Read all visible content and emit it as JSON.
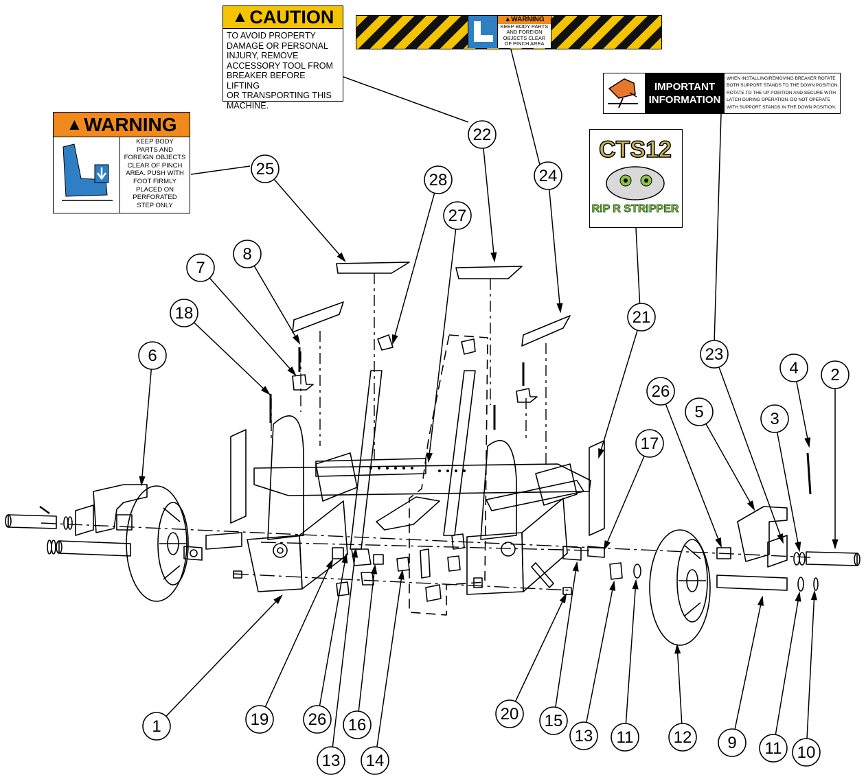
{
  "caution_label": {
    "header": "CAUTION",
    "lines": [
      "TO AVOID PROPERTY",
      "DAMAGE OR PERSONAL",
      "INJURY, REMOVE",
      "ACCESSORY TOOL FROM",
      "BREAKER BEFORE LIFTING",
      "OR TRANSPORTING THIS",
      "MACHINE."
    ],
    "color": "#F5C400"
  },
  "warning_strip_label": {
    "header": "WARNING",
    "lines": [
      "KEEP BODY PARTS",
      "AND FOREIGN",
      "OBJECTS CLEAR",
      "OF PINCH AREA"
    ],
    "color": "#F08A1C"
  },
  "important_label": {
    "lines": [
      "IMPORTANT",
      "INFORMATION"
    ],
    "body": [
      "WHEN INSTALLING/REMOVING BREAKER ROTATE",
      "BOTH SUPPORT STANDS TO THE DOWN POSITION.",
      "ROTATE TO THE UP POSITION AND SECURE WITH",
      "LATCH DURING OPERATION. DO NOT OPERATE",
      "WITH SUPPORT STANDS IN THE DOWN POSITION."
    ]
  },
  "warning_label": {
    "header": "WARNING",
    "lines": [
      "KEEP BODY",
      "PARTS AND",
      "FOREIGN OBJECTS",
      "CLEAR OF PINCH",
      "AREA. PUSH WITH",
      "FOOT FIRMLY",
      "PLACED ON",
      "PERFORATED",
      "STEP ONLY"
    ],
    "color": "#F08A1C"
  },
  "logo": {
    "top": "CTS12",
    "bottom": "RIP R STRIPPER",
    "color": "#8CC63F"
  },
  "callouts": [
    "1",
    "2",
    "3",
    "4",
    "5",
    "6",
    "7",
    "8",
    "9",
    "10",
    "11",
    "11",
    "12",
    "13",
    "13",
    "14",
    "15",
    "16",
    "17",
    "18",
    "19",
    "20",
    "21",
    "22",
    "23",
    "24",
    "25",
    "26",
    "26",
    "27",
    "28"
  ]
}
